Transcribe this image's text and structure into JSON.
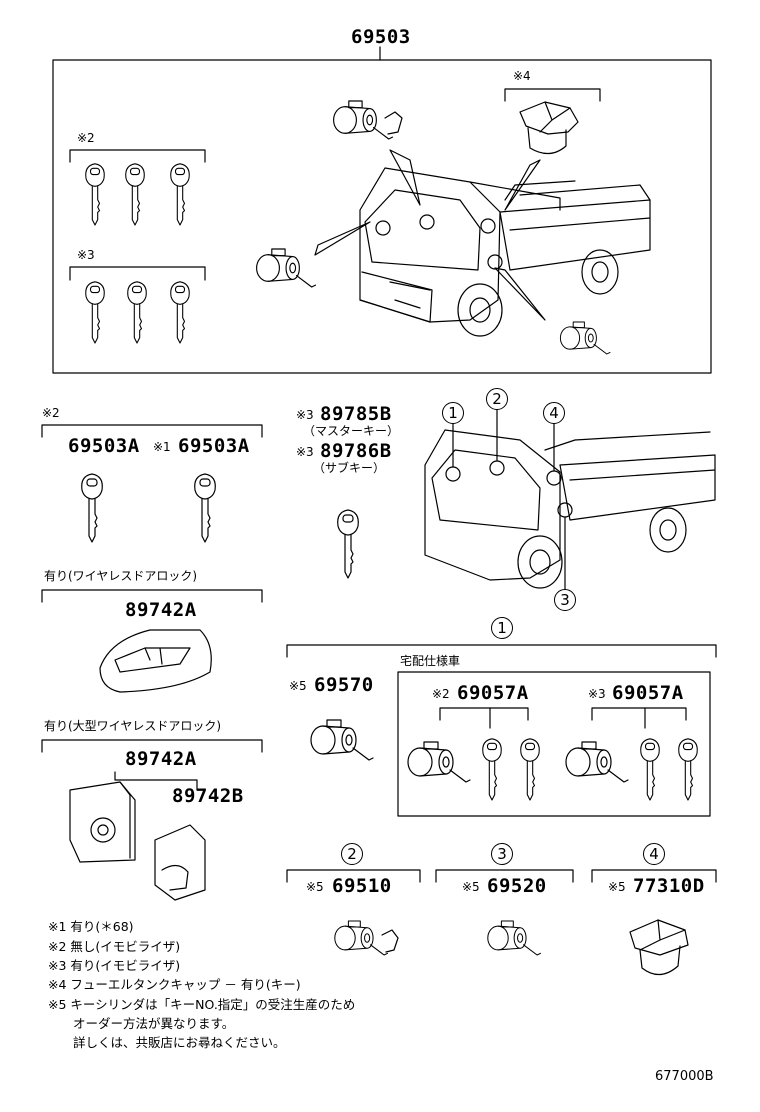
{
  "labels": {
    "top_part": "69503",
    "mark_4_top": "※4",
    "mark_2_top": "※2",
    "mark_3_top": "※3",
    "mark_2_left": "※2",
    "pn_69503A": "69503A",
    "mark_1": "※1",
    "pn_69503A_2": "69503A",
    "mark_3_a": "※3",
    "pn_89785B": "89785B",
    "master_key": "（マスターキー）",
    "mark_3_b": "※3",
    "pn_89786B": "89786B",
    "sub_key": "（サブキー）",
    "wireless_label": "有り(ワイヤレスドアロック)",
    "pn_89742A": "89742A",
    "large_wireless_label": "有り(大型ワイヤレスドアロック)",
    "pn_89742A_2": "89742A",
    "pn_89742B": "89742B",
    "callout_1": "1",
    "callout_2": "2",
    "callout_3": "3",
    "callout_4": "4",
    "group_1": "1",
    "delivery_spec": "宅配仕様車",
    "mark_5_a": "※5",
    "pn_69570": "69570",
    "mark_2_b": "※2",
    "pn_69057A": "69057A",
    "mark_3_c": "※3",
    "pn_69057A_2": "69057A",
    "group_2": "2",
    "group_3": "3",
    "group_4": "4",
    "mark_5_b": "※5",
    "pn_69510": "69510",
    "mark_5_c": "※5",
    "pn_69520": "69520",
    "mark_5_d": "※5",
    "pn_77310D": "77310D",
    "diagram_code": "677000B"
  },
  "notes": [
    "※1 有り(＊68)",
    "※2 無し(イモビライザ)",
    "※3 有り(イモビライザ)",
    "※4 フューエルタンクキャップ － 有り(キー)",
    "※5 キーシリンダは「キーNO.指定」の受注生産のため",
    "　　オーダー方法が異なります。",
    "　　詳しくは、共販店にお尋ねください。"
  ]
}
